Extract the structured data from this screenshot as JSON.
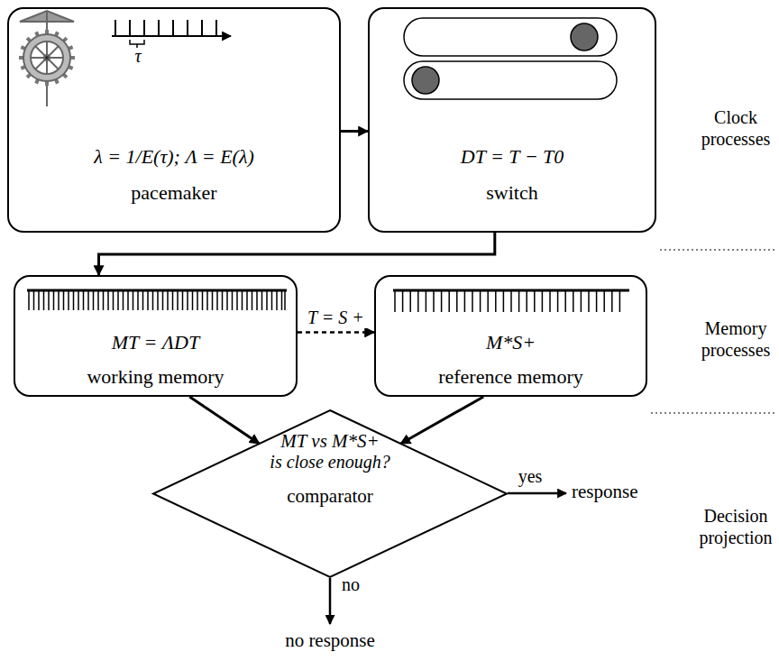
{
  "diagram": {
    "nodes": [
      {
        "text": [
          "λ = 1/E(τ); Λ = E(λ)",
          "pacemaker"
        ]
      },
      {
        "text": [
          "DT = T − T0",
          "switch"
        ]
      },
      {
        "text": [
          "MT = ΛDT",
          "working memory"
        ]
      },
      {
        "text": [
          "M*S+",
          "reference memory"
        ]
      },
      {
        "text": [
          "MT vs M*S+",
          "is close enough?",
          "comparator"
        ]
      }
    ],
    "edges": [
      {
        "from": 0,
        "to": 1,
        "arrow": "to"
      },
      {
        "from": 1,
        "to": 2,
        "arrow": "to"
      },
      {
        "from": 2,
        "to": 3,
        "label": "T = S +",
        "arrow": "to"
      },
      {
        "from": 2,
        "to": 4,
        "arrow": "to"
      },
      {
        "from": 3,
        "to": 4,
        "arrow": "to"
      }
    ],
    "labels": [
      "τ",
      "Clock processes",
      "Memory processes",
      "yes",
      "response",
      "no",
      "no response",
      "Decision projection"
    ]
  }
}
